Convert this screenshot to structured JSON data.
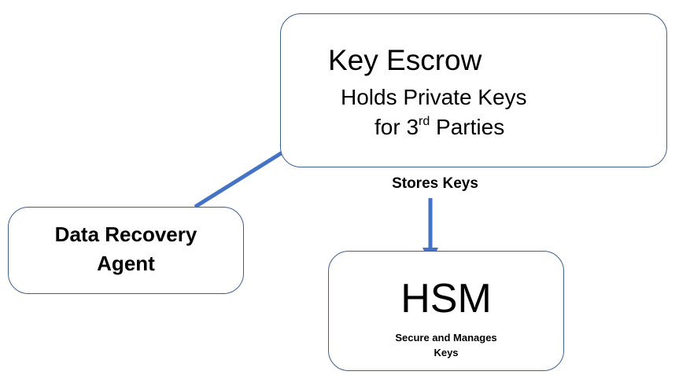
{
  "key_escrow": {
    "title": "Key Escrow",
    "line1": "Holds Private Keys",
    "line2_prefix": "for 3",
    "line2_sup": "rd",
    "line2_suffix": " Parties"
  },
  "data_recovery_agent": {
    "line1": "Data Recovery",
    "line2": "Agent"
  },
  "hsm": {
    "title": "HSM",
    "line1": "Secure and Manages",
    "line2": "Keys"
  },
  "connection_label": "Stores Keys",
  "colors": {
    "arrow": "#4472c4",
    "box_border": "#3f5f8f"
  }
}
